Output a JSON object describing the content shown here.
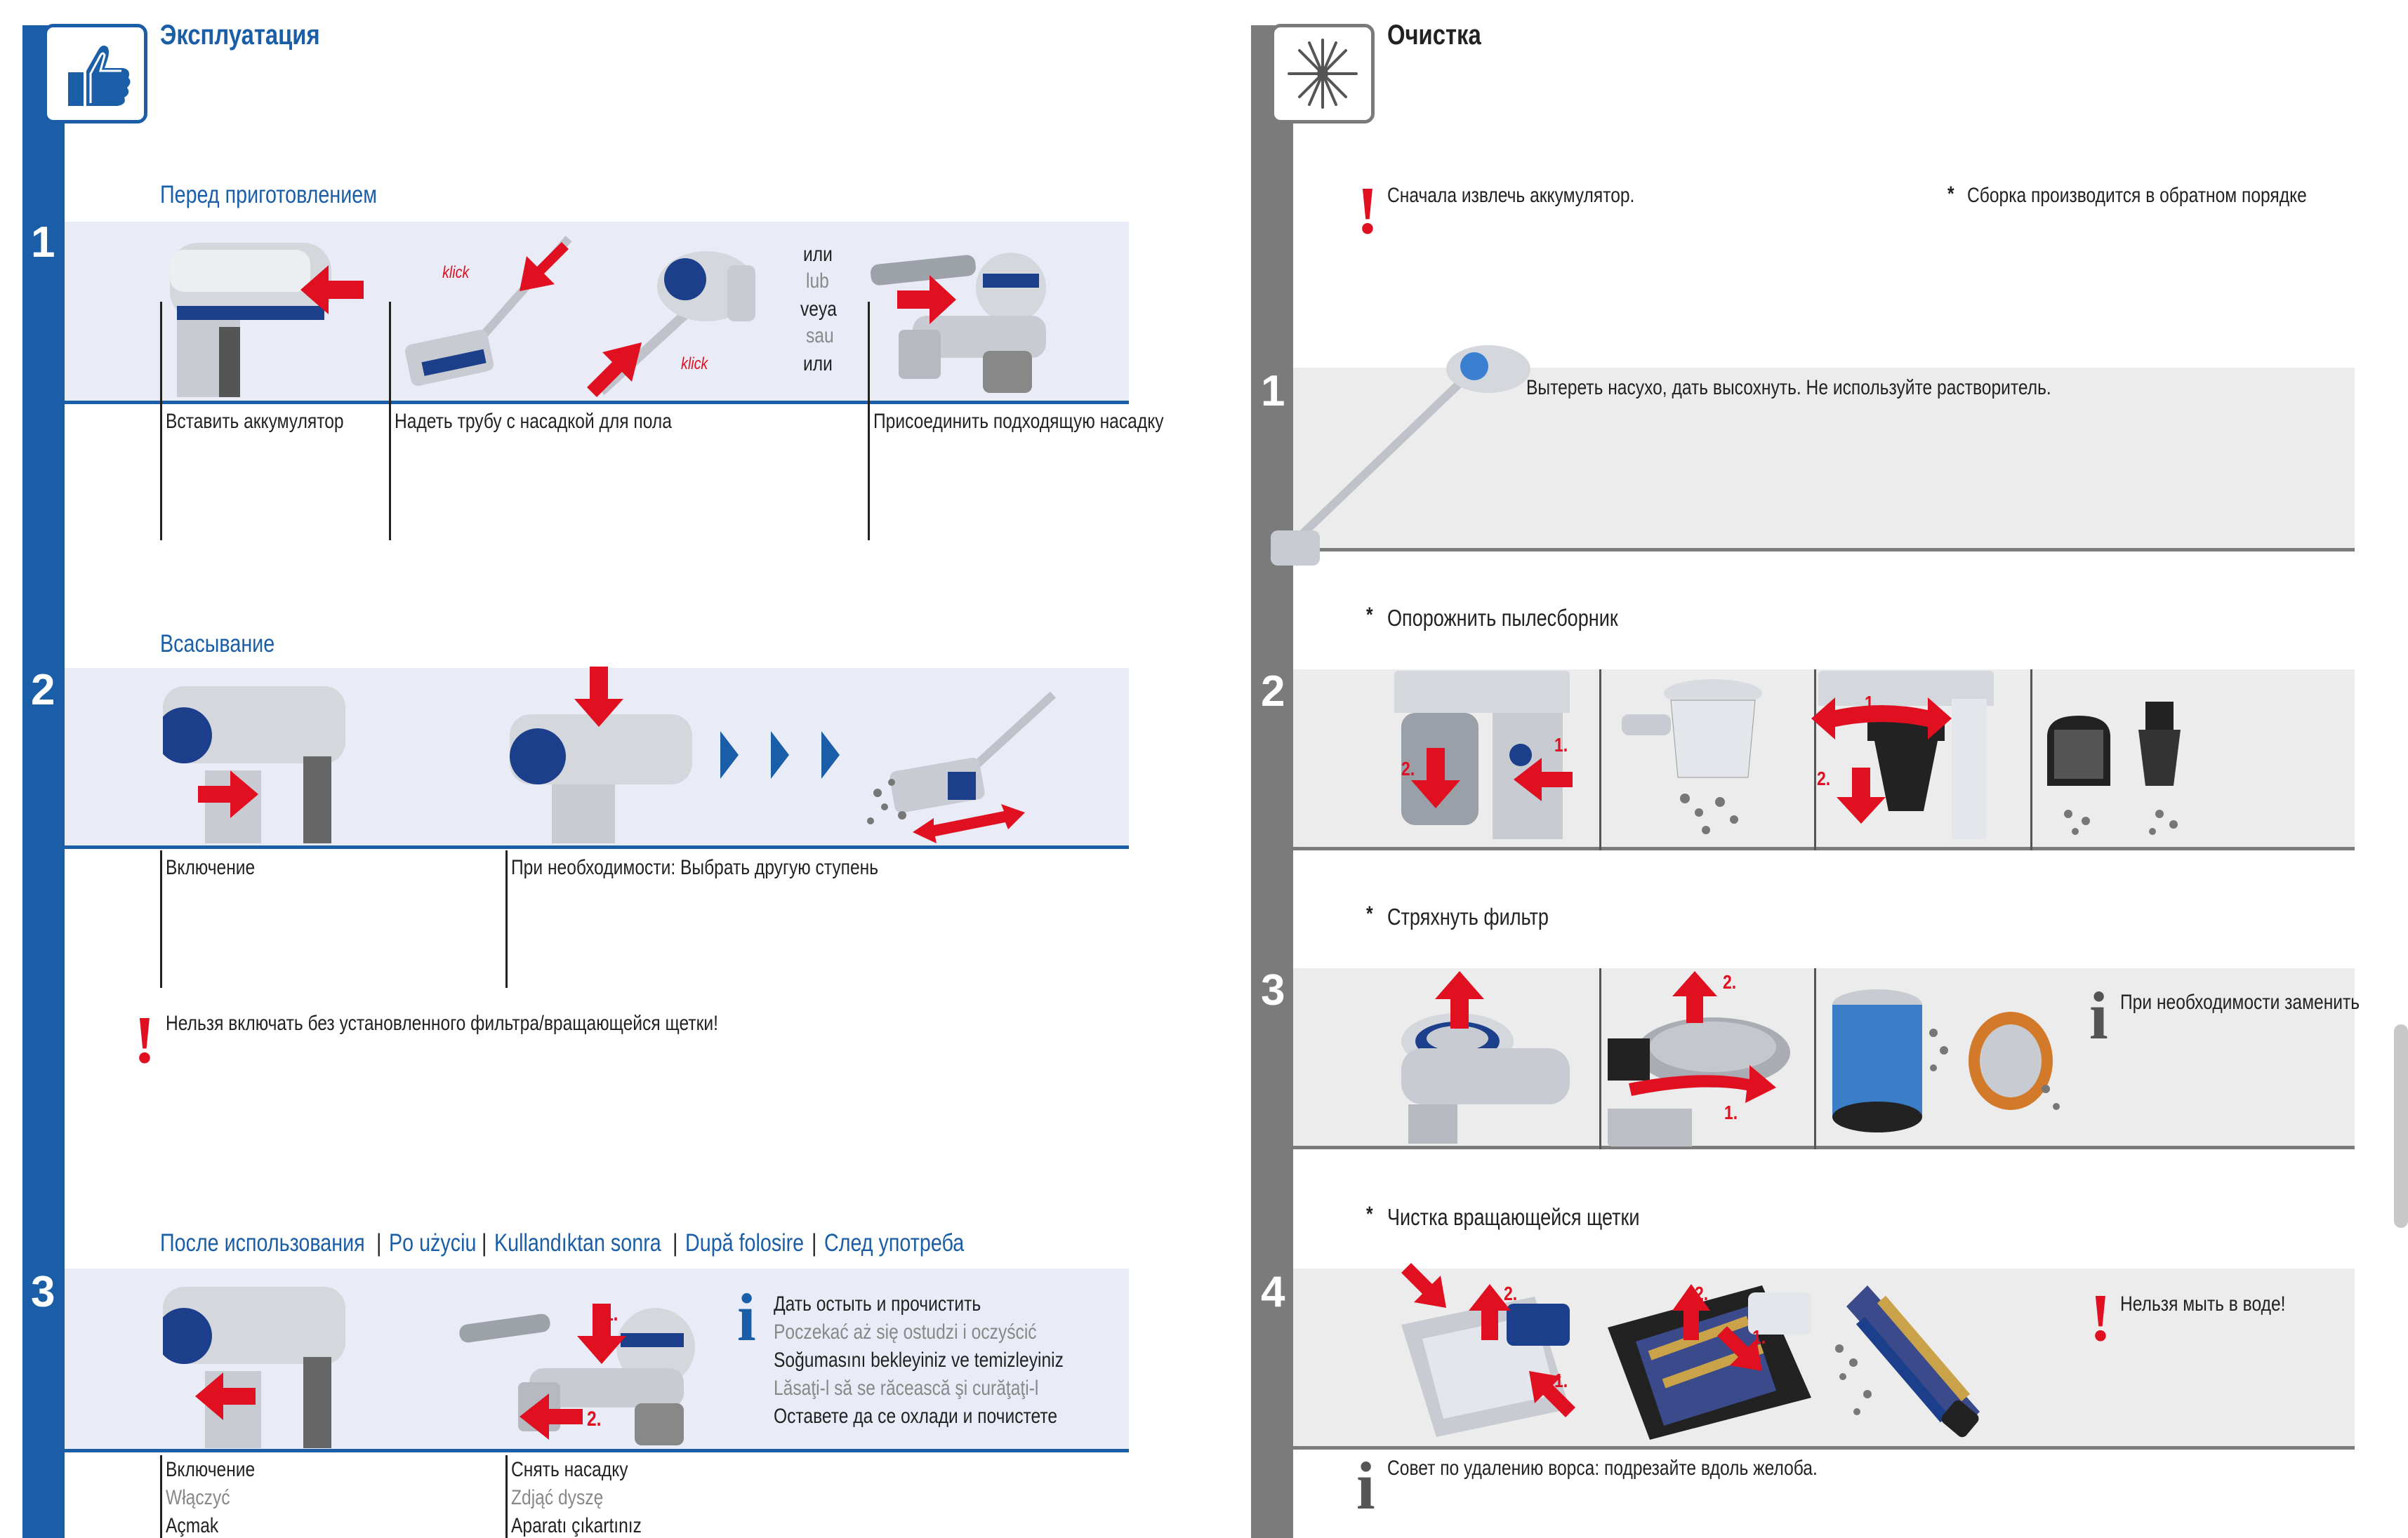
{
  "left": {
    "title": "Эксплуатация",
    "sections": {
      "s1": {
        "number": "1",
        "title": "Перед приготовлением"
      },
      "s2": {
        "number": "2",
        "title": "Всасывание"
      },
      "s3": {
        "number": "3",
        "title_parts": [
          "После использования",
          "|",
          "Po użyciu",
          "|",
          "Kullandıktan sonra",
          "|",
          "După folosire",
          "|",
          "След употреба"
        ]
      }
    },
    "s1_captions": {
      "c1": "Вставить аккумулятор",
      "c2": "Надеть трубу с насадкой для пола",
      "c3": "Присоединить подходящую насадку"
    },
    "s1_or_words": [
      "или",
      "lub",
      "veya",
      "sau",
      "или"
    ],
    "klick": "klick",
    "s2_captions": {
      "c1": "Включение",
      "c2": "При необходимости: Выбрать другую ступень"
    },
    "warning_filter": "Нельзя включать без установленного фильтра/вращающейся щетки!",
    "s3_info_lines": [
      "Дать остыть и прочистить",
      "Poczekać aż się ostudzi i oczyścić",
      "Soğumasını bekleyiniz ve temizleyiniz",
      "Lăsaţi-l să se răcească şi curăţaţi-l",
      "Оставете да се охлади и почистете"
    ],
    "s3_col1_lines": [
      "Включение",
      "Włączyć",
      "Açmak"
    ],
    "s3_col2_lines": [
      "Снять насадку",
      "Zdjąć dyszę",
      "Aparatı çıkartınız"
    ],
    "arrow_labels": {
      "one": "1.",
      "two": "2."
    }
  },
  "right": {
    "title": "Очистка",
    "warning_battery": "Сначала извлечь аккумулятор.",
    "reverse_note": "Сборка производится в обратном порядке",
    "star": "*",
    "s1": {
      "number": "1",
      "text": "Вытереть насухо, дать высохнуть. Не используйте растворитель."
    },
    "s2": {
      "number": "2",
      "title": "Опорожнить пылесборник"
    },
    "s3": {
      "number": "3",
      "title": "Стряхнуть фильтр",
      "replace": "При необходимости заменить"
    },
    "s4": {
      "number": "4",
      "title": "Чистка вращающейся щетки",
      "no_water": "Нельзя мыть в воде!"
    },
    "tip": "Совет по удалению ворса: подрезайте вдоль желоба."
  },
  "colors": {
    "blue": "#1b5ea8",
    "gray": "#7b7b7b",
    "red": "#e01020",
    "band_blue": "#e9ecf6",
    "band_gray": "#ececec"
  }
}
